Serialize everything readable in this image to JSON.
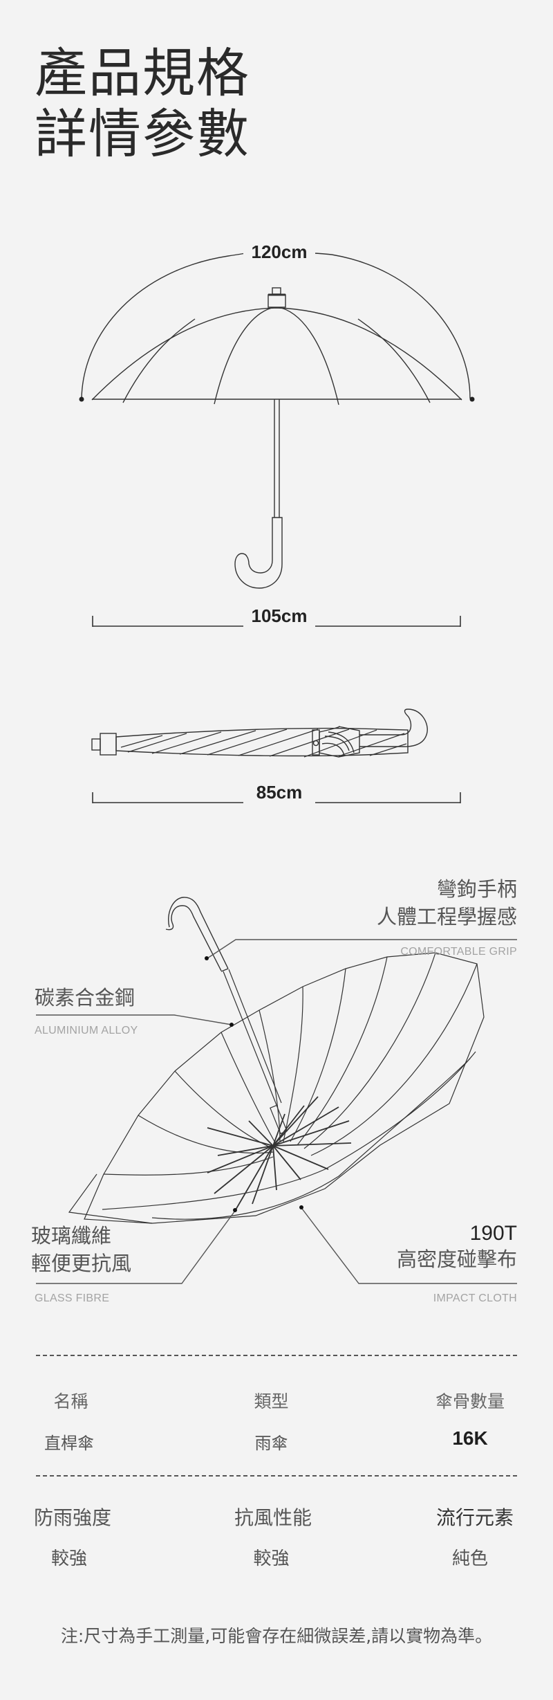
{
  "header": {
    "title_line1": "產品規格",
    "title_line2": "詳情參數"
  },
  "dimensions": {
    "canopy_diameter": "120cm",
    "open_length": "105cm",
    "closed_length": "85cm"
  },
  "callouts": {
    "grip": {
      "cn_line1": "彎鉤手柄",
      "cn_line2": "人體工程學握感",
      "en": "COMFORTABLE GRIP"
    },
    "shaft": {
      "cn_line1": "碳素合金鋼",
      "en": "ALUMINIUM ALLOY"
    },
    "ribs": {
      "cn_line1": "玻璃纖維",
      "cn_line2": "輕便更抗風",
      "en": "GLASS FIBRE"
    },
    "cloth": {
      "num": "190T",
      "cn_line1": "高密度碰擊布",
      "en": "IMPACT CLOTH"
    }
  },
  "specs": {
    "row1": {
      "headers": [
        "名稱",
        "類型",
        "傘骨數量"
      ],
      "values": [
        "直桿傘",
        "雨傘",
        "16K"
      ]
    },
    "row2": {
      "headers": [
        "防雨強度",
        "抗風性能",
        "流行元素"
      ],
      "values": [
        "較強",
        "較強",
        "純色"
      ]
    }
  },
  "note": "注:尺寸為手工測量,可能會存在細微誤差,請以實物為準。",
  "colors": {
    "background": "#f3f3f3",
    "line": "#333333",
    "muted_text": "#a3a3a3"
  }
}
